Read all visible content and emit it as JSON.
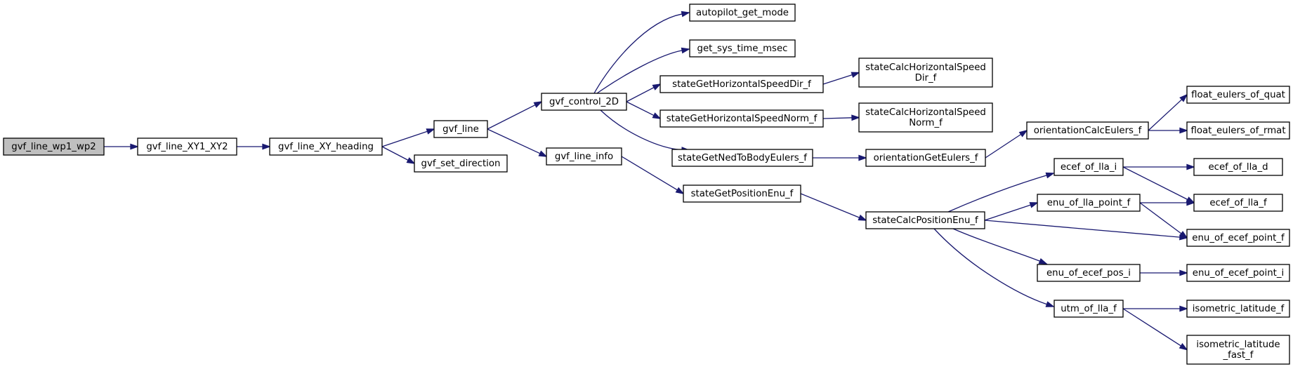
{
  "graph": {
    "nodes": [
      {
        "id": "gvf_line_wp1_wp2",
        "lines": [
          "gvf_line_wp1_wp2"
        ],
        "root": true
      },
      {
        "id": "gvf_line_XY1_XY2",
        "lines": [
          "gvf_line_XY1_XY2"
        ]
      },
      {
        "id": "gvf_line_XY_heading",
        "lines": [
          "gvf_line_XY_heading"
        ]
      },
      {
        "id": "gvf_line",
        "lines": [
          "gvf_line"
        ]
      },
      {
        "id": "gvf_set_direction",
        "lines": [
          "gvf_set_direction"
        ]
      },
      {
        "id": "gvf_control_2D",
        "lines": [
          "gvf_control_2D"
        ]
      },
      {
        "id": "gvf_line_info",
        "lines": [
          "gvf_line_info"
        ]
      },
      {
        "id": "autopilot_get_mode",
        "lines": [
          "autopilot_get_mode"
        ]
      },
      {
        "id": "get_sys_time_msec",
        "lines": [
          "get_sys_time_msec"
        ]
      },
      {
        "id": "stateGetHorizontalSpeedDir_f",
        "lines": [
          "stateGetHorizontalSpeedDir_f"
        ]
      },
      {
        "id": "stateGetHorizontalSpeedNorm_f",
        "lines": [
          "stateGetHorizontalSpeedNorm_f"
        ]
      },
      {
        "id": "stateGetNedToBodyEulers_f",
        "lines": [
          "stateGetNedToBodyEulers_f"
        ]
      },
      {
        "id": "stateGetPositionEnu_f",
        "lines": [
          "stateGetPositionEnu_f"
        ]
      },
      {
        "id": "stateCalcHorizontalSpeedDir_f",
        "lines": [
          "stateCalcHorizontalSpeed",
          "Dir_f"
        ]
      },
      {
        "id": "stateCalcHorizontalSpeedNorm_f",
        "lines": [
          "stateCalcHorizontalSpeed",
          "Norm_f"
        ]
      },
      {
        "id": "orientationGetEulers_f",
        "lines": [
          "orientationGetEulers_f"
        ]
      },
      {
        "id": "stateCalcPositionEnu_f",
        "lines": [
          "stateCalcPositionEnu_f"
        ]
      },
      {
        "id": "orientationCalcEulers_f",
        "lines": [
          "orientationCalcEulers_f"
        ]
      },
      {
        "id": "ecef_of_lla_i",
        "lines": [
          "ecef_of_lla_i"
        ]
      },
      {
        "id": "enu_of_lla_point_f",
        "lines": [
          "enu_of_lla_point_f"
        ]
      },
      {
        "id": "enu_of_ecef_pos_i",
        "lines": [
          "enu_of_ecef_pos_i"
        ]
      },
      {
        "id": "utm_of_lla_f",
        "lines": [
          "utm_of_lla_f"
        ]
      },
      {
        "id": "float_eulers_of_quat",
        "lines": [
          "float_eulers_of_quat"
        ]
      },
      {
        "id": "float_eulers_of_rmat",
        "lines": [
          "float_eulers_of_rmat"
        ]
      },
      {
        "id": "ecef_of_lla_d",
        "lines": [
          "ecef_of_lla_d"
        ]
      },
      {
        "id": "ecef_of_lla_f",
        "lines": [
          "ecef_of_lla_f"
        ]
      },
      {
        "id": "enu_of_ecef_point_f",
        "lines": [
          "enu_of_ecef_point_f"
        ]
      },
      {
        "id": "enu_of_ecef_point_i",
        "lines": [
          "enu_of_ecef_point_i"
        ]
      },
      {
        "id": "isometric_latitude_f",
        "lines": [
          "isometric_latitude_f"
        ]
      },
      {
        "id": "isometric_latitude_fast_f",
        "lines": [
          "isometric_latitude",
          "_fast_f"
        ]
      }
    ],
    "edges": [
      {
        "from": "gvf_line_wp1_wp2",
        "to": "gvf_line_XY1_XY2"
      },
      {
        "from": "gvf_line_XY1_XY2",
        "to": "gvf_line_XY_heading"
      },
      {
        "from": "gvf_line_XY_heading",
        "to": "gvf_line"
      },
      {
        "from": "gvf_line_XY_heading",
        "to": "gvf_set_direction"
      },
      {
        "from": "gvf_line",
        "to": "gvf_control_2D"
      },
      {
        "from": "gvf_line",
        "to": "gvf_line_info"
      },
      {
        "from": "gvf_control_2D",
        "to": "autopilot_get_mode"
      },
      {
        "from": "gvf_control_2D",
        "to": "get_sys_time_msec"
      },
      {
        "from": "gvf_control_2D",
        "to": "stateGetHorizontalSpeedDir_f"
      },
      {
        "from": "gvf_control_2D",
        "to": "stateGetHorizontalSpeedNorm_f"
      },
      {
        "from": "gvf_control_2D",
        "to": "stateGetNedToBodyEulers_f"
      },
      {
        "from": "gvf_line_info",
        "to": "stateGetPositionEnu_f"
      },
      {
        "from": "stateGetHorizontalSpeedDir_f",
        "to": "stateCalcHorizontalSpeedDir_f"
      },
      {
        "from": "stateGetHorizontalSpeedNorm_f",
        "to": "stateCalcHorizontalSpeedNorm_f"
      },
      {
        "from": "stateGetNedToBodyEulers_f",
        "to": "orientationGetEulers_f"
      },
      {
        "from": "stateGetPositionEnu_f",
        "to": "stateCalcPositionEnu_f"
      },
      {
        "from": "orientationGetEulers_f",
        "to": "orientationCalcEulers_f"
      },
      {
        "from": "orientationCalcEulers_f",
        "to": "float_eulers_of_quat"
      },
      {
        "from": "orientationCalcEulers_f",
        "to": "float_eulers_of_rmat"
      },
      {
        "from": "stateCalcPositionEnu_f",
        "to": "ecef_of_lla_i"
      },
      {
        "from": "stateCalcPositionEnu_f",
        "to": "enu_of_lla_point_f"
      },
      {
        "from": "stateCalcPositionEnu_f",
        "to": "enu_of_ecef_point_f"
      },
      {
        "from": "stateCalcPositionEnu_f",
        "to": "enu_of_ecef_pos_i"
      },
      {
        "from": "stateCalcPositionEnu_f",
        "to": "utm_of_lla_f"
      },
      {
        "from": "ecef_of_lla_i",
        "to": "ecef_of_lla_d"
      },
      {
        "from": "ecef_of_lla_i",
        "to": "ecef_of_lla_f"
      },
      {
        "from": "enu_of_lla_point_f",
        "to": "ecef_of_lla_f"
      },
      {
        "from": "enu_of_lla_point_f",
        "to": "enu_of_ecef_point_f"
      },
      {
        "from": "enu_of_ecef_pos_i",
        "to": "enu_of_ecef_point_i"
      },
      {
        "from": "utm_of_lla_f",
        "to": "isometric_latitude_f"
      },
      {
        "from": "utm_of_lla_f",
        "to": "isometric_latitude_fast_f"
      }
    ]
  }
}
